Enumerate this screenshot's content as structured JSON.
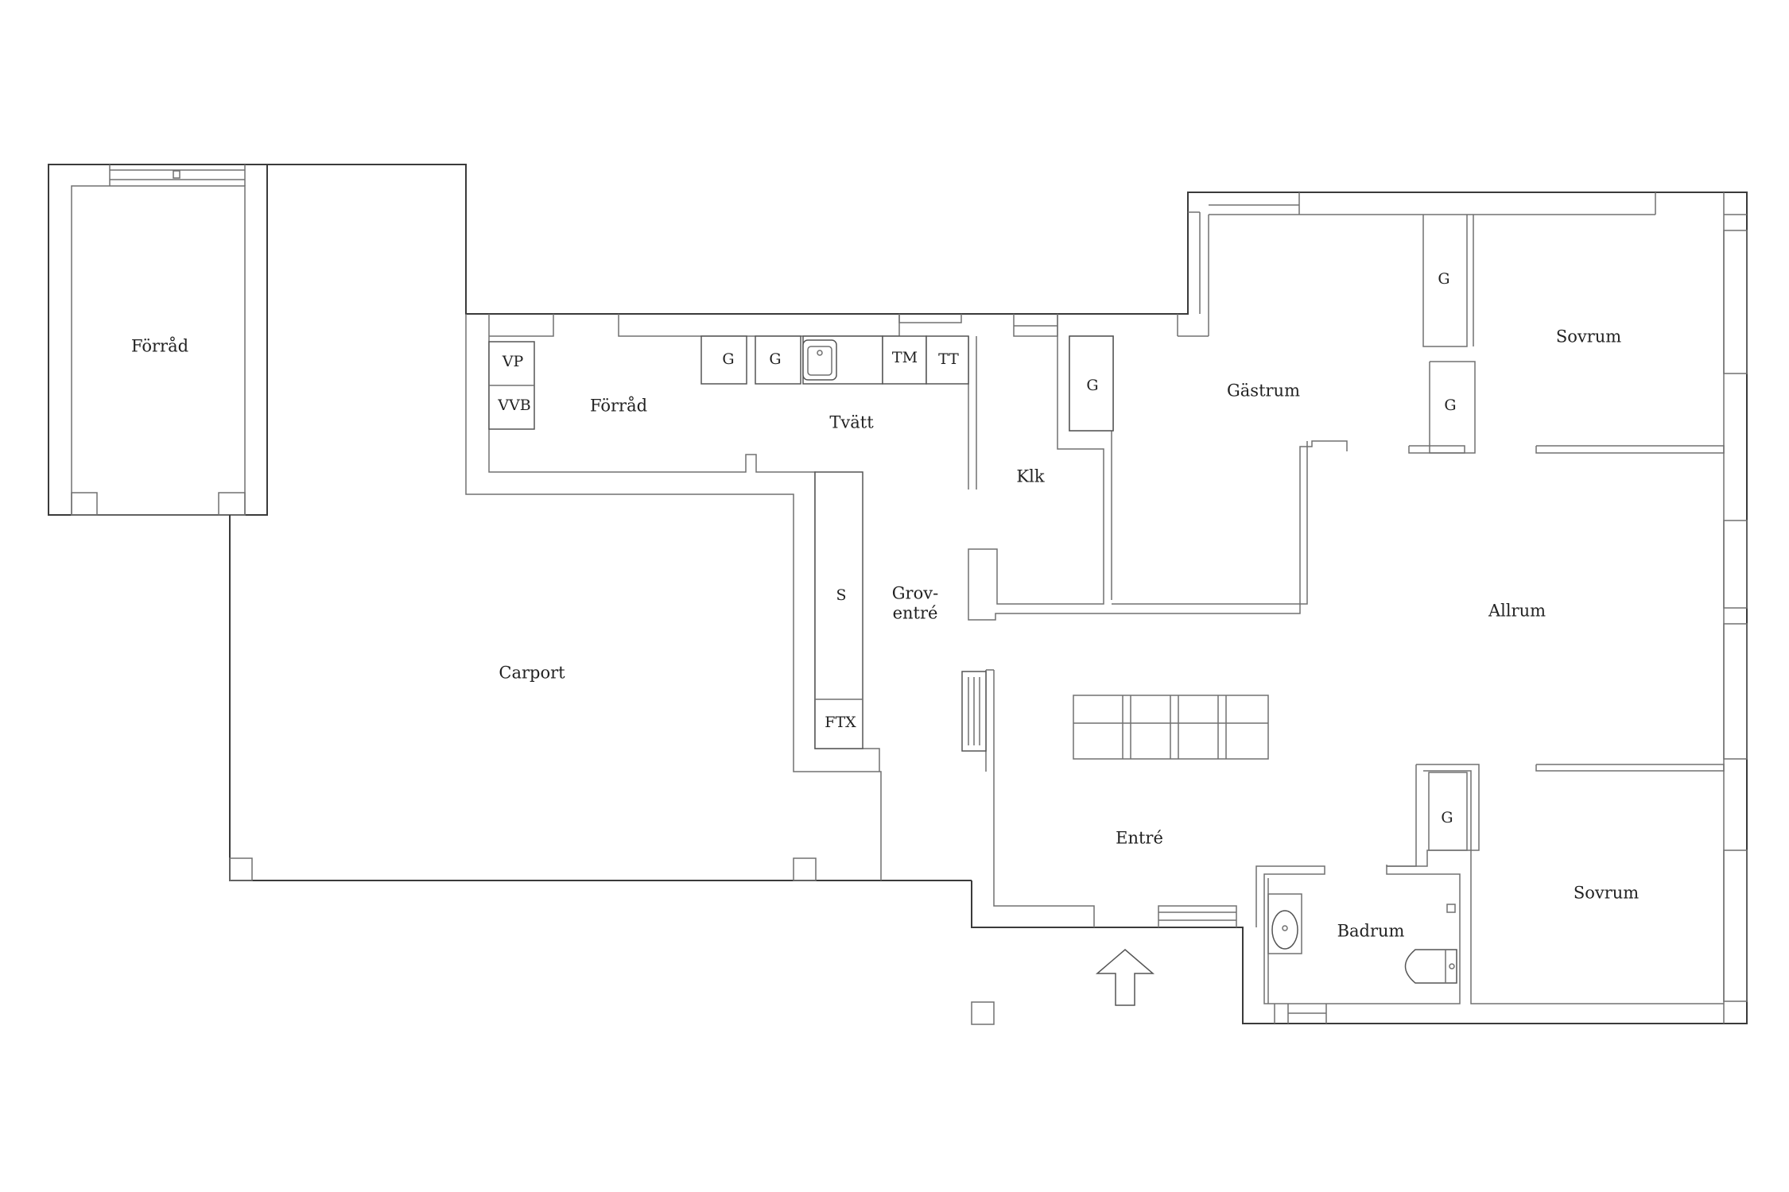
{
  "rooms": {
    "forrad_left": "Förråd",
    "forrad_mid": "Förråd",
    "carport": "Carport",
    "tvatt": "Tvätt",
    "klk": "Klk",
    "grov_line1": "Grov-",
    "grov_line2": "entré",
    "gastrum": "Gästrum",
    "sovrum_top": "Sovrum",
    "allrum": "Allrum",
    "entre": "Entré",
    "badrum": "Badrum",
    "sovrum_bottom": "Sovrum"
  },
  "fixtures": {
    "vp": "VP",
    "vvb": "VVB",
    "g1": "G",
    "g2": "G",
    "tm": "TM",
    "tt": "TT",
    "g_klk": "G",
    "g_top1": "G",
    "g_top2": "G",
    "g_bottom": "G",
    "s": "S",
    "ftx": "FTX"
  }
}
